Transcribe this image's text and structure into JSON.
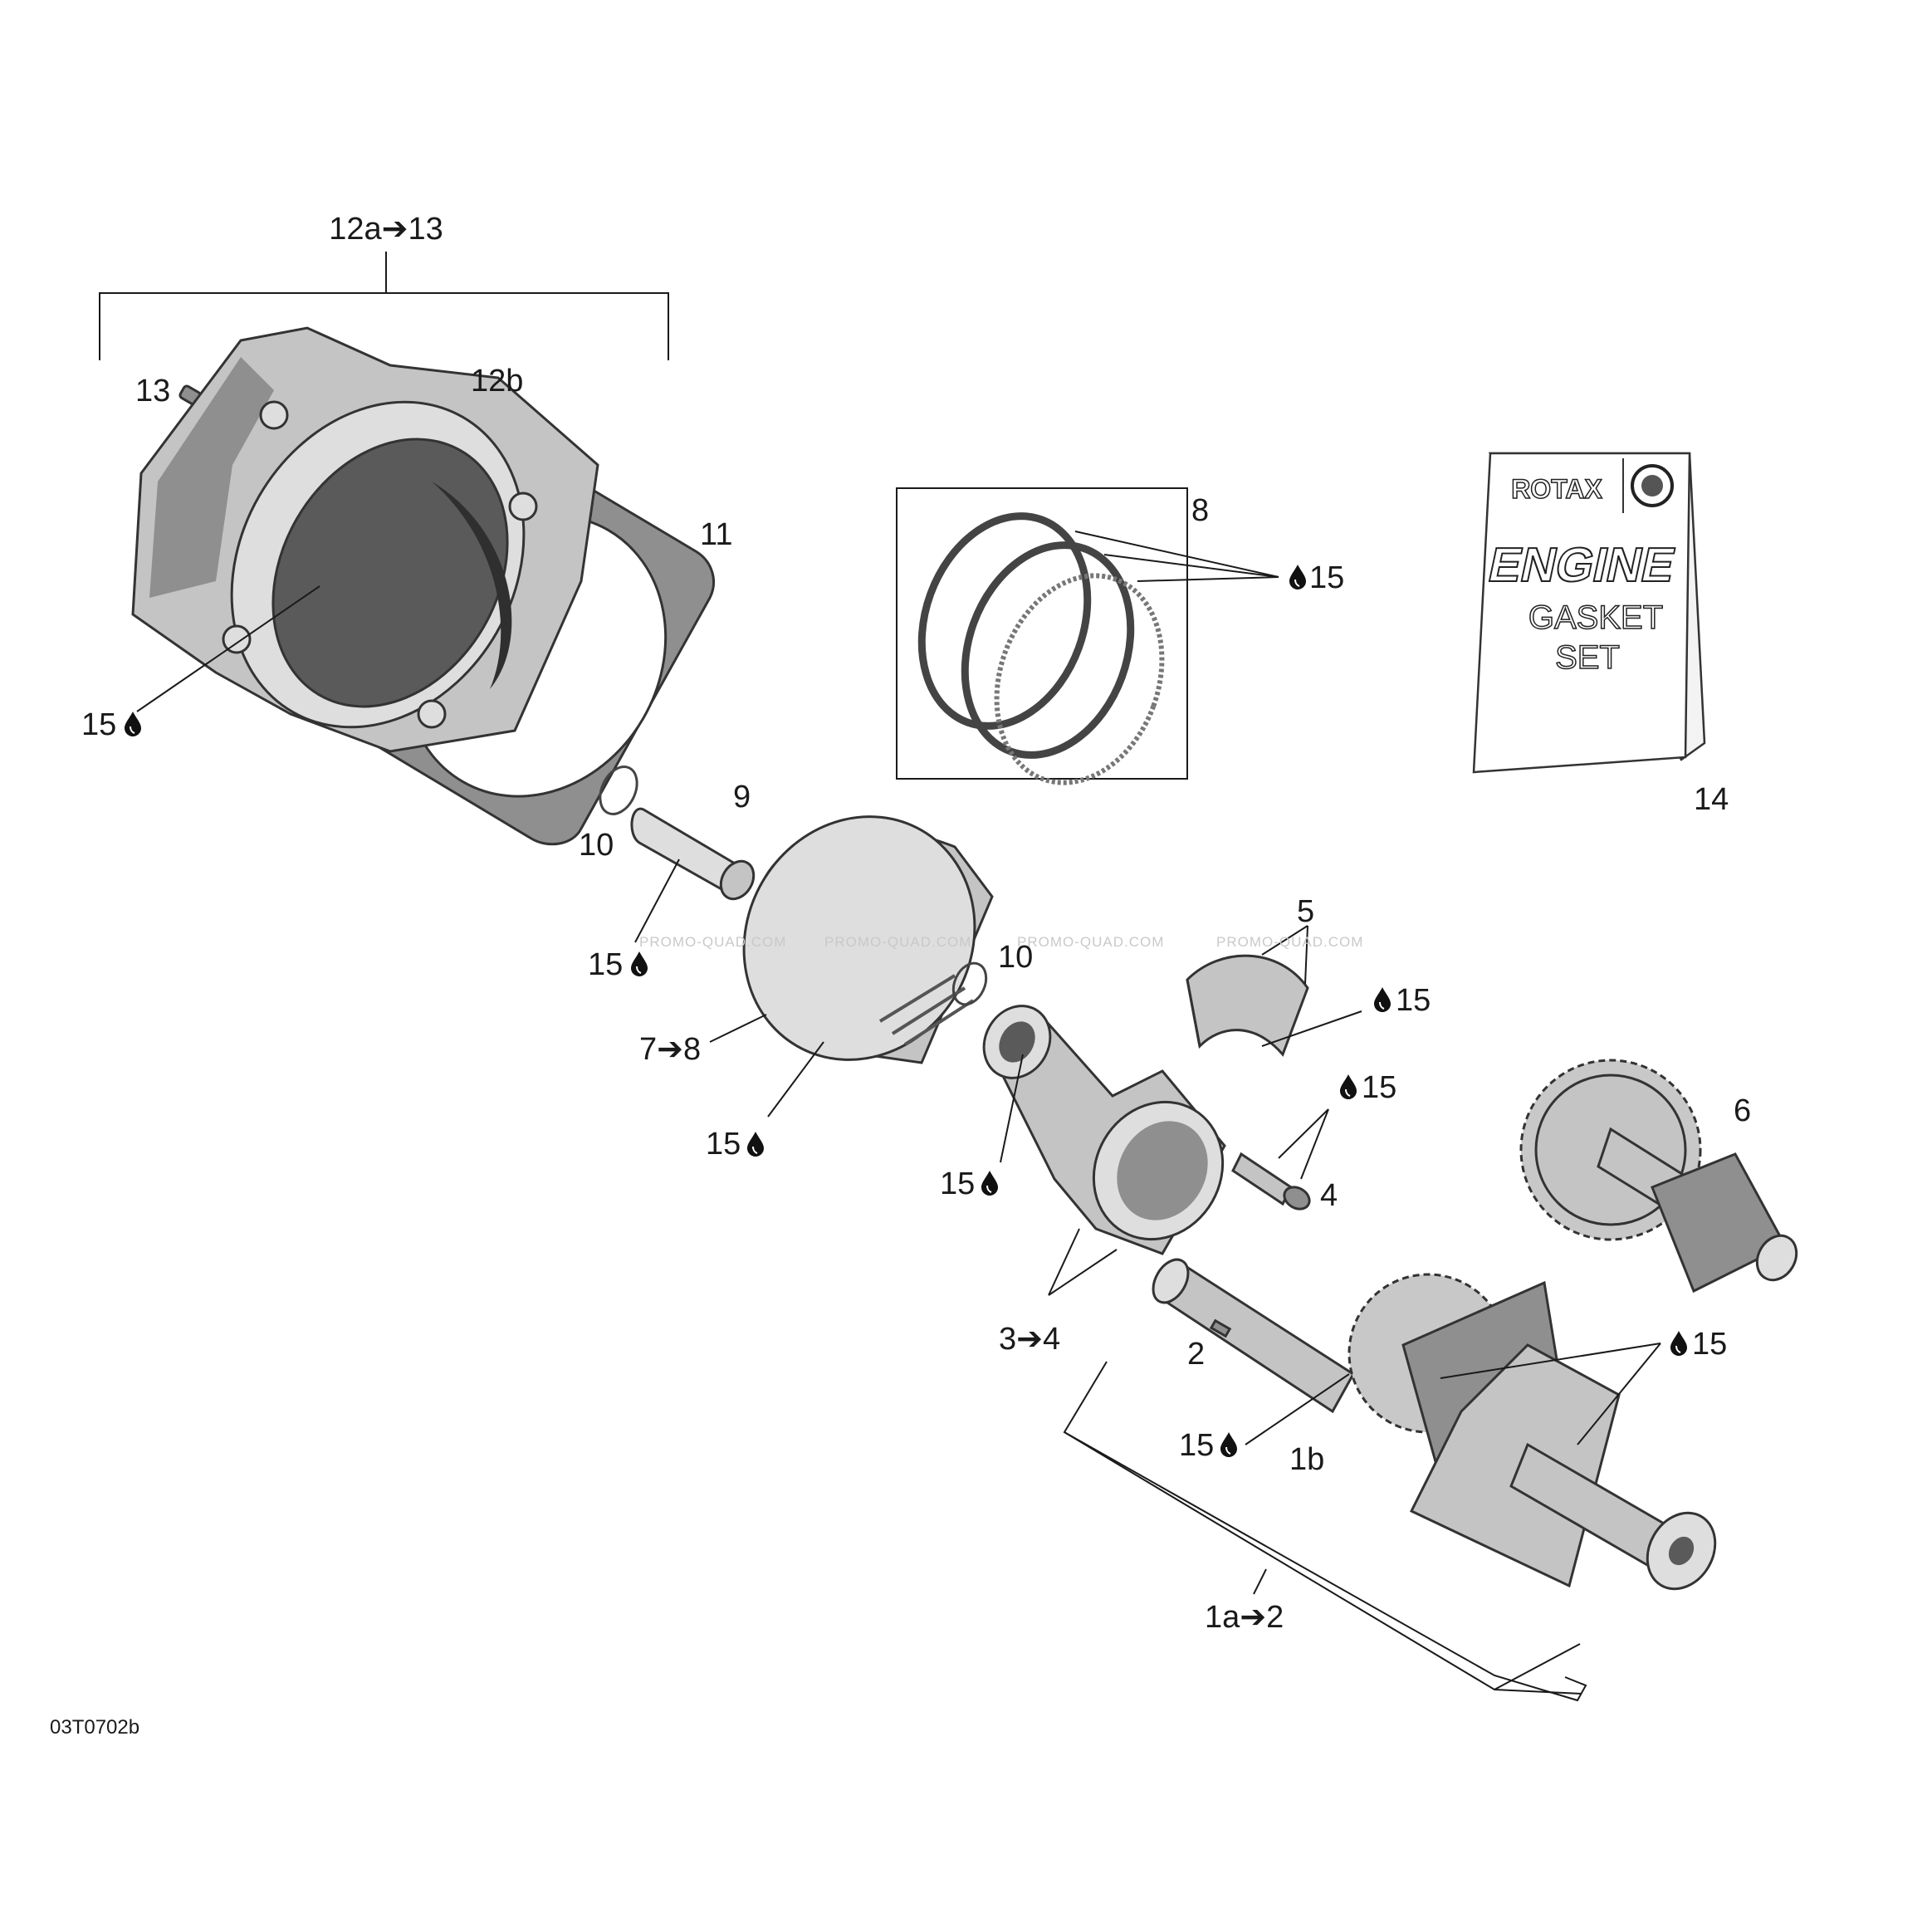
{
  "labels": {
    "cylinder_kit": "12a➔13",
    "dowel": "13",
    "cylinder": "12b",
    "base_gasket": "11",
    "cylinder_oil": "15",
    "ring_set": "8",
    "ring_oil": "15",
    "gasket_set_no": "14",
    "pin": "9",
    "circlip_left": "10",
    "pin_oil": "15",
    "circlip_right": "10",
    "piston": "7➔8",
    "piston_oil": "15",
    "bearing": "5",
    "bearing_oil": "15",
    "bolt_oil": "15",
    "balance_shaft": "6",
    "conrod_oil": "15",
    "bolt": "4",
    "conrod": "3➔4",
    "key": "2",
    "crank_oil_right": "15",
    "crank_oil_left": "15",
    "crank_b": "1b",
    "crankshaft": "1a➔2"
  },
  "oil_symbol": "oil-drop-icon",
  "gasket_set": {
    "brand": "ROTAX",
    "line1": "ENGINE",
    "line2": "GASKET",
    "line3": "SET"
  },
  "watermarks": [
    "PROMO-QUAD.COM",
    "PROMO-QUAD.COM",
    "PROMO-QUAD.COM",
    "PROMO-QUAD.COM"
  ],
  "diagram_code": "03T0702b"
}
